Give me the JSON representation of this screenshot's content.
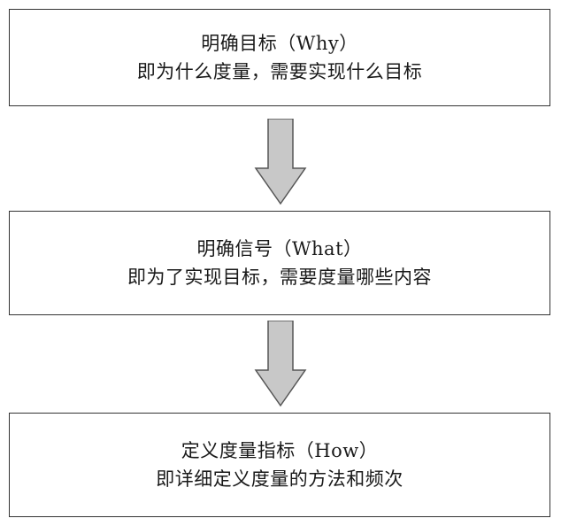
{
  "steps": [
    {
      "title": "明确目标（Why）",
      "description": "即为什么度量，需要实现什么目标"
    },
    {
      "title": "明确信号（What）",
      "description": "即为了实现目标，需要度量哪些内容"
    },
    {
      "title": "定义度量指标（How）",
      "description": "即详细定义度量的方法和频次"
    }
  ],
  "colors": {
    "box_border": "#333333",
    "arrow_fill": "#c8c8c8",
    "arrow_stroke": "#555555",
    "text": "#1a1a1a"
  }
}
